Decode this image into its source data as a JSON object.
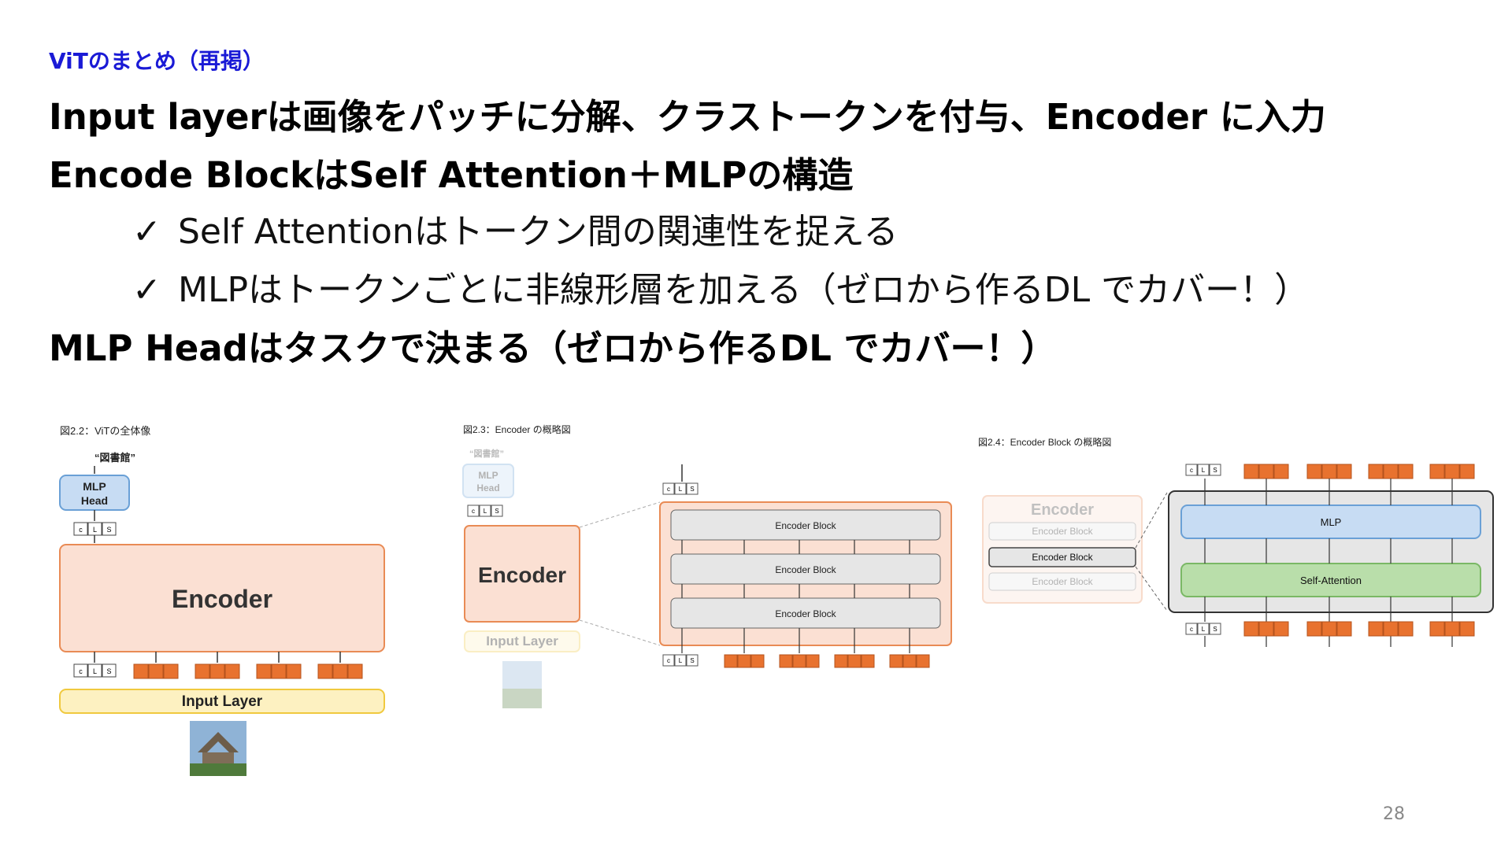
{
  "slide": {
    "section_tag": "ViTのまとめ（再掲）",
    "line1": "Input layerは画像をパッチに分解、クラストークンを付与、Encoder に入力",
    "line2": "Encode BlockはSelf Attention＋MLPの構造",
    "bullets": [
      {
        "check": "✓",
        "text": "Self Attentionはトークン間の関連性を捉える"
      },
      {
        "check": "✓",
        "text": "MLPはトークンごとに非線形層を加える（ゼロから作るDL でカバー！）"
      }
    ],
    "line3": "MLP Headはタスクで決まる（ゼロから作るDL でカバー！）",
    "page_number": "28"
  },
  "figures": {
    "fig1": {
      "caption": "図2.2：ViTの全体像",
      "output_label": "“図書館”",
      "mlp_head": [
        "MLP",
        "Head"
      ],
      "encoder": "Encoder",
      "input_layer": "Input Layer",
      "cls": [
        "c",
        "L",
        "S"
      ]
    },
    "fig2": {
      "caption": "図2.3：Encoder の概略図",
      "output_label": "“図書館”",
      "mlp_head": [
        "MLP",
        "Head"
      ],
      "encoder": "Encoder",
      "input_layer": "Input Layer",
      "blocks": [
        "Encoder Block",
        "Encoder Block",
        "Encoder Block"
      ],
      "cls": [
        "c",
        "L",
        "S"
      ]
    },
    "fig3": {
      "caption": "図2.4：Encoder Block の概略図",
      "encoder": "Encoder",
      "blocks": [
        "Encoder Block",
        "Encoder Block",
        "Encoder Block"
      ],
      "mlp": "MLP",
      "self_attention": "Self-Attention",
      "cls": [
        "c",
        "L",
        "S"
      ]
    }
  },
  "colors": {
    "tag_blue": "#1a1ad6",
    "encoder_fill": "#fbe0d3",
    "encoder_stroke": "#e98b55",
    "patch_fill": "#e8722f",
    "mlp_fill": "#c7dcf3",
    "mlp_stroke": "#6aa0d6",
    "input_fill": "#fdf1c1",
    "input_stroke": "#f0c93e",
    "attention_fill": "#b9deaa",
    "attention_stroke": "#7ab865",
    "block_fill": "#e6e6e6"
  }
}
